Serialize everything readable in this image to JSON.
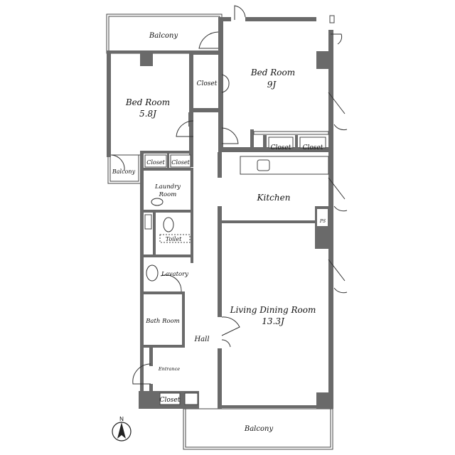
{
  "rooms": {
    "balcony_top": "Balcony",
    "bedroom_small": "Bed Room",
    "bedroom_small_size": "5.8J",
    "closet_a": "Closet",
    "bedroom_large": "Bed Room",
    "bedroom_large_size": "9J",
    "closet_b": "Closet",
    "closet_c": "Closet",
    "closet_d": "Closet",
    "closet_e": "Closet",
    "balcony_small": "Balcony",
    "laundry_1": "Laundry",
    "laundry_2": "Room",
    "kitchen": "Kitchen",
    "ps": "PS",
    "toilet": "Toilet",
    "lavatory": "Lavatory",
    "bath": "Bath Room",
    "hall": "Hall",
    "living": "Living Dining Room",
    "living_size": "13.3J",
    "entrance": "Entrance",
    "closet_entrance": "Closet",
    "balcony_bottom": "Balcony"
  },
  "compass": {
    "north": "N"
  }
}
